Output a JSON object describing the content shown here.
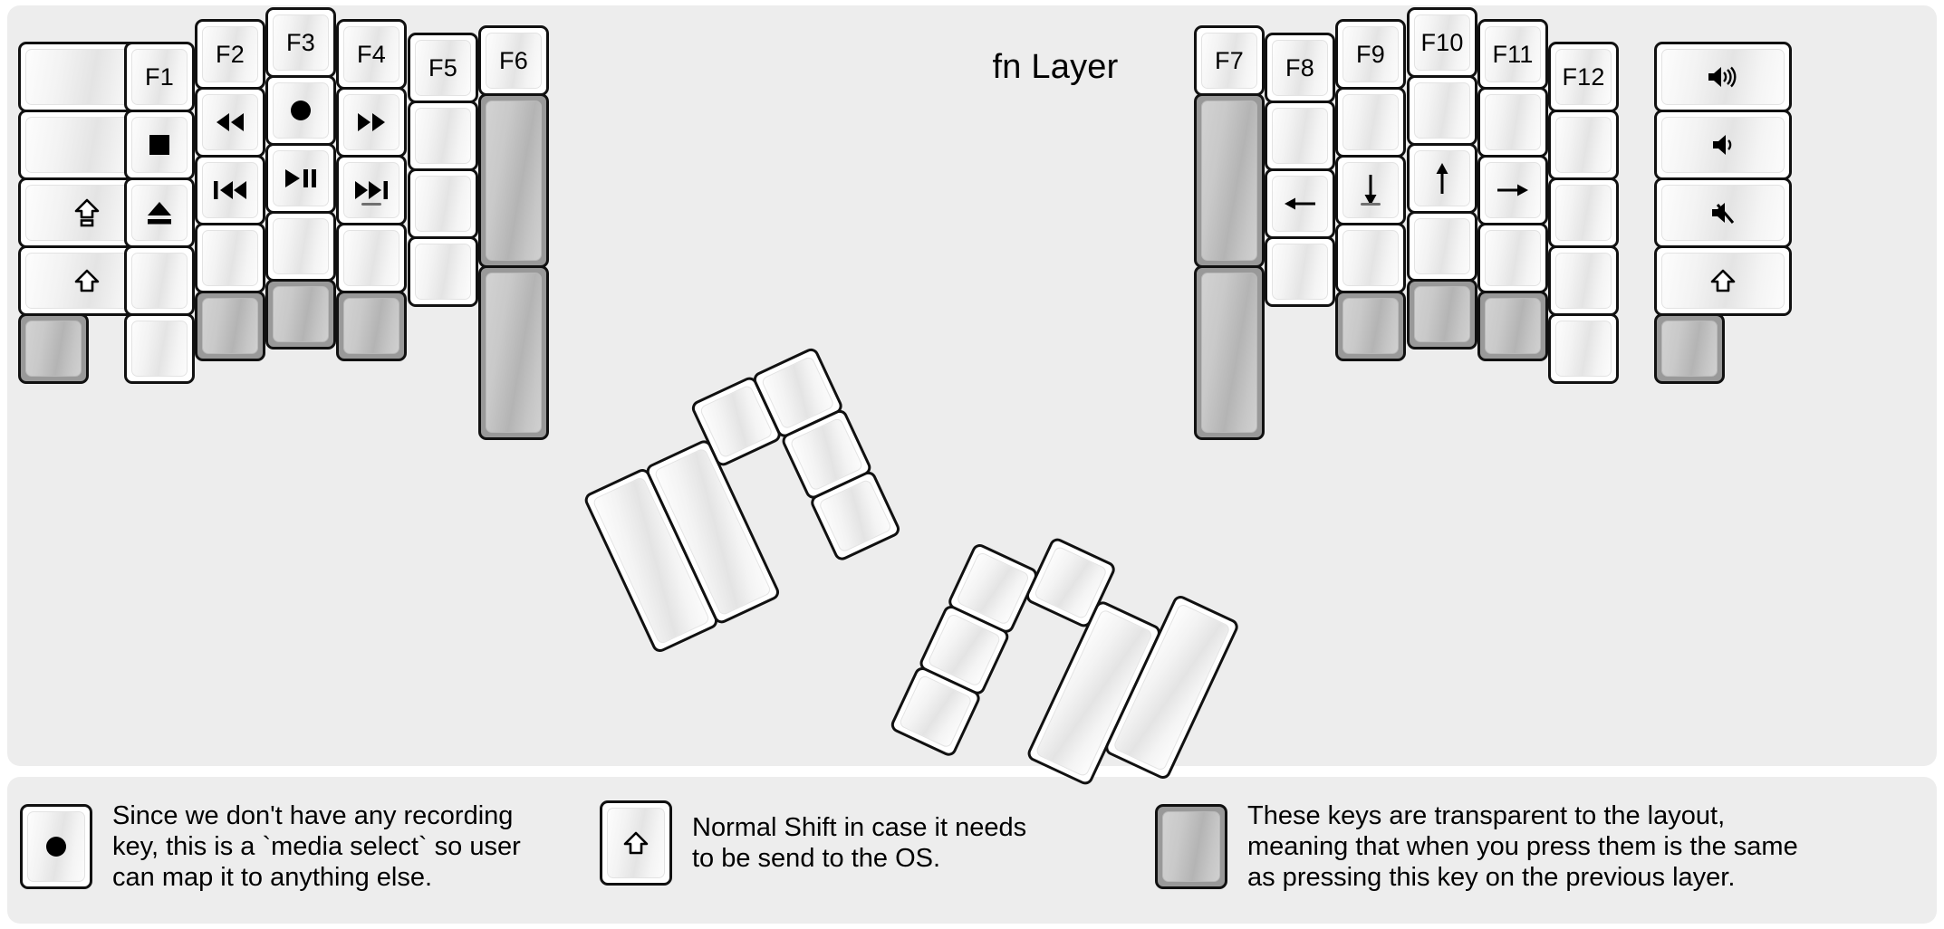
{
  "title": "fn Layer",
  "colors": {
    "background": "#ededed",
    "key_face": "#f3f3f3",
    "key_border": "#111111",
    "transparent_key": "#999999",
    "text": "#000000"
  },
  "left_half": {
    "columns": [
      {
        "name": "col-pinky-outer",
        "keys": [
          {
            "label": "",
            "icon": "",
            "type": "normal",
            "width": "1.5u"
          },
          {
            "label": "",
            "icon": "",
            "type": "normal",
            "width": "1.5u"
          },
          {
            "label": "",
            "icon": "caps-lock-icon",
            "type": "normal",
            "width": "1.5u"
          },
          {
            "label": "",
            "icon": "shift-icon",
            "type": "normal",
            "width": "1.5u"
          },
          {
            "label": "",
            "icon": "",
            "type": "transparent",
            "width": "1u"
          }
        ]
      },
      {
        "name": "col-pinky",
        "keys": [
          {
            "label": "F1",
            "icon": "",
            "type": "normal"
          },
          {
            "label": "",
            "icon": "media-stop-icon",
            "type": "normal"
          },
          {
            "label": "",
            "icon": "media-eject-icon",
            "type": "normal"
          },
          {
            "label": "",
            "icon": "",
            "type": "normal"
          },
          {
            "label": "",
            "icon": "",
            "type": "normal"
          }
        ]
      },
      {
        "name": "col-ring",
        "keys": [
          {
            "label": "F2",
            "icon": "",
            "type": "normal"
          },
          {
            "label": "",
            "icon": "media-rewind-icon",
            "type": "normal"
          },
          {
            "label": "",
            "icon": "media-previous-icon",
            "type": "normal"
          },
          {
            "label": "",
            "icon": "",
            "type": "normal"
          },
          {
            "label": "",
            "icon": "",
            "type": "transparent"
          }
        ]
      },
      {
        "name": "col-middle",
        "keys": [
          {
            "label": "F3",
            "icon": "",
            "type": "normal"
          },
          {
            "label": "",
            "icon": "media-record-icon",
            "type": "normal"
          },
          {
            "label": "",
            "icon": "media-play-pause-icon",
            "type": "normal"
          },
          {
            "label": "",
            "icon": "",
            "type": "normal"
          },
          {
            "label": "",
            "icon": "",
            "type": "transparent"
          }
        ]
      },
      {
        "name": "col-index",
        "keys": [
          {
            "label": "F4",
            "icon": "",
            "type": "normal"
          },
          {
            "label": "",
            "icon": "media-fast-forward-icon",
            "type": "normal"
          },
          {
            "label": "",
            "icon": "media-next-icon",
            "type": "normal",
            "homing": true
          },
          {
            "label": "",
            "icon": "",
            "type": "normal"
          },
          {
            "label": "",
            "icon": "",
            "type": "transparent"
          }
        ]
      },
      {
        "name": "col-inner",
        "keys": [
          {
            "label": "F5",
            "icon": "",
            "type": "normal"
          },
          {
            "label": "",
            "icon": "",
            "type": "normal"
          },
          {
            "label": "",
            "icon": "",
            "type": "normal"
          },
          {
            "label": "",
            "icon": "",
            "type": "normal"
          }
        ]
      },
      {
        "name": "col-innermost",
        "keys": [
          {
            "label": "F6",
            "icon": "",
            "type": "normal"
          },
          {
            "label": "",
            "icon": "",
            "type": "transparent",
            "height": "2u"
          },
          {
            "label": "",
            "icon": "",
            "type": "transparent",
            "height": "2u"
          }
        ]
      }
    ],
    "thumb_cluster": {
      "name": "left-thumb-cluster",
      "rotation_deg": -25,
      "keys": [
        {
          "label": "",
          "icon": "",
          "type": "normal",
          "size": "2u-tall"
        },
        {
          "label": "",
          "icon": "",
          "type": "normal",
          "size": "2u-tall"
        },
        {
          "label": "",
          "icon": "",
          "type": "normal",
          "size": "1u"
        },
        {
          "label": "",
          "icon": "",
          "type": "normal",
          "size": "1u"
        },
        {
          "label": "",
          "icon": "",
          "type": "normal",
          "size": "1u"
        },
        {
          "label": "",
          "icon": "",
          "type": "normal",
          "size": "1u"
        }
      ]
    }
  },
  "right_half": {
    "columns": [
      {
        "name": "col-innermost",
        "keys": [
          {
            "label": "F7",
            "icon": "",
            "type": "normal"
          },
          {
            "label": "",
            "icon": "",
            "type": "transparent",
            "height": "2u"
          },
          {
            "label": "",
            "icon": "",
            "type": "transparent",
            "height": "2u"
          }
        ]
      },
      {
        "name": "col-inner",
        "keys": [
          {
            "label": "F8",
            "icon": "",
            "type": "normal"
          },
          {
            "label": "",
            "icon": "",
            "type": "normal"
          },
          {
            "label": "",
            "icon": "arrow-left-icon",
            "type": "normal"
          },
          {
            "label": "",
            "icon": "",
            "type": "normal"
          }
        ]
      },
      {
        "name": "col-index",
        "keys": [
          {
            "label": "F9",
            "icon": "",
            "type": "normal"
          },
          {
            "label": "",
            "icon": "",
            "type": "normal"
          },
          {
            "label": "",
            "icon": "arrow-down-icon",
            "type": "normal",
            "homing": true
          },
          {
            "label": "",
            "icon": "",
            "type": "normal"
          },
          {
            "label": "",
            "icon": "",
            "type": "transparent"
          }
        ]
      },
      {
        "name": "col-middle",
        "keys": [
          {
            "label": "F10",
            "icon": "",
            "type": "normal"
          },
          {
            "label": "",
            "icon": "",
            "type": "normal"
          },
          {
            "label": "",
            "icon": "arrow-up-icon",
            "type": "normal"
          },
          {
            "label": "",
            "icon": "",
            "type": "normal"
          },
          {
            "label": "",
            "icon": "",
            "type": "transparent"
          }
        ]
      },
      {
        "name": "col-ring",
        "keys": [
          {
            "label": "F11",
            "icon": "",
            "type": "normal"
          },
          {
            "label": "",
            "icon": "",
            "type": "normal"
          },
          {
            "label": "",
            "icon": "arrow-right-icon",
            "type": "normal"
          },
          {
            "label": "",
            "icon": "",
            "type": "normal"
          },
          {
            "label": "",
            "icon": "",
            "type": "transparent"
          }
        ]
      },
      {
        "name": "col-pinky",
        "keys": [
          {
            "label": "F12",
            "icon": "",
            "type": "normal"
          },
          {
            "label": "",
            "icon": "",
            "type": "normal"
          },
          {
            "label": "",
            "icon": "",
            "type": "normal"
          },
          {
            "label": "",
            "icon": "",
            "type": "normal"
          },
          {
            "label": "",
            "icon": "",
            "type": "normal"
          }
        ]
      },
      {
        "name": "col-pinky-outer",
        "keys": [
          {
            "label": "",
            "icon": "volume-up-icon",
            "type": "normal",
            "width": "1.5u"
          },
          {
            "label": "",
            "icon": "volume-down-icon",
            "type": "normal",
            "width": "1.5u"
          },
          {
            "label": "",
            "icon": "volume-mute-icon",
            "type": "normal",
            "width": "1.5u"
          },
          {
            "label": "",
            "icon": "shift-icon",
            "type": "normal",
            "width": "1.5u"
          },
          {
            "label": "",
            "icon": "",
            "type": "transparent",
            "width": "1u"
          }
        ]
      }
    ],
    "thumb_cluster": {
      "name": "right-thumb-cluster",
      "rotation_deg": 25,
      "keys": [
        {
          "label": "",
          "icon": "",
          "type": "normal",
          "size": "1u"
        },
        {
          "label": "",
          "icon": "",
          "type": "normal",
          "size": "1u"
        },
        {
          "label": "",
          "icon": "",
          "type": "normal",
          "size": "1u"
        },
        {
          "label": "",
          "icon": "",
          "type": "normal",
          "size": "1u"
        },
        {
          "label": "",
          "icon": "",
          "type": "normal",
          "size": "2u-tall"
        },
        {
          "label": "",
          "icon": "",
          "type": "normal",
          "size": "2u-tall"
        }
      ]
    }
  },
  "legend": [
    {
      "icon": "media-record-icon",
      "key_type": "normal",
      "text": "Since we don't have any recording\nkey, this is a `media select` so user\ncan map it to anything else."
    },
    {
      "icon": "shift-icon",
      "key_type": "normal",
      "text": "Normal Shift in case it needs\nto be send to the OS."
    },
    {
      "icon": "",
      "key_type": "transparent",
      "text": "These keys are transparent to the layout,\nmeaning that when you press them is the same\nas pressing this key on the previous layer."
    }
  ]
}
